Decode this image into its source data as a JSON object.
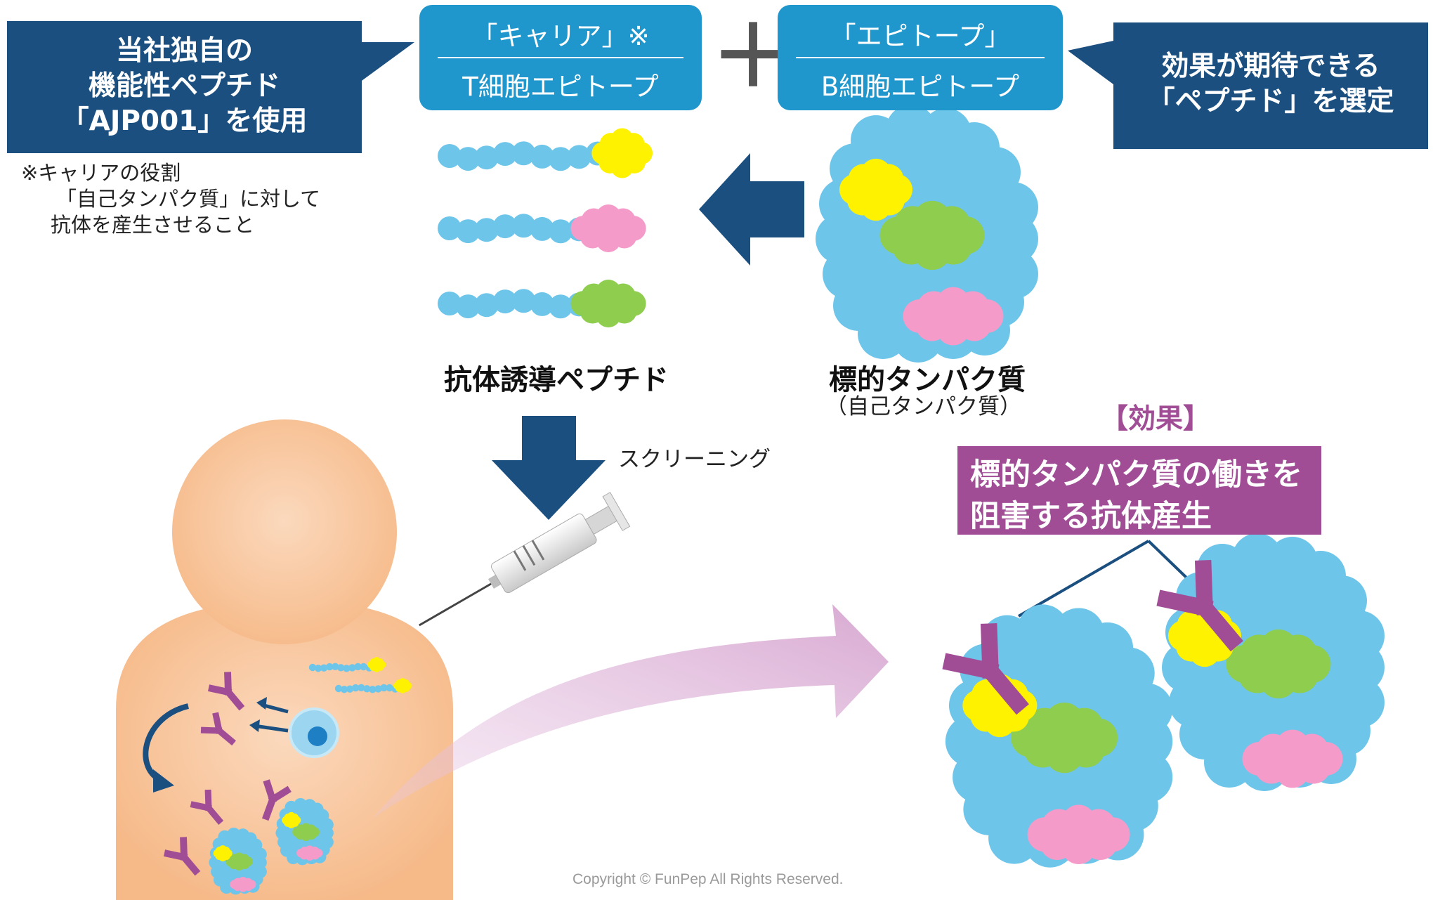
{
  "left_callout": {
    "line1": "当社独自の",
    "line2": "機能性ペプチド",
    "line3": "「AJP001」を使用"
  },
  "right_callout": {
    "line1": "効果が期待できる",
    "line2": "「ペプチド」を選定"
  },
  "carrier_box": {
    "title": "「キャリア」※",
    "subtitle": "T細胞エピトープ"
  },
  "epitope_box": {
    "title": "「エピトープ」",
    "subtitle": "B細胞エピトープ"
  },
  "plus_sign": "＋",
  "carrier_note": {
    "line1": "※キャリアの役割",
    "line2": "「自己タンパク質」に対して",
    "line3": "抗体を産生させること"
  },
  "peptide_caption": "抗体誘導ペプチド",
  "target_caption": "標的タンパク質",
  "target_subcaption": "（自己タンパク質）",
  "screening_label": "スクリーニング",
  "effect_heading": "【効果】",
  "effect_box": {
    "line1": "標的タンパク質の働きを",
    "line2": "阻害する抗体産生"
  },
  "copyright": "Copyright ©  FunPep All Rights Reserved.",
  "colors": {
    "dark_blue": "#1a4f80",
    "light_blue": "#1f97cc",
    "chain_blue": "#6ec5ea",
    "yellow": "#fff200",
    "pink": "#f59bc9",
    "green": "#8fcd4f",
    "purple": "#a04d96",
    "skin": "#f7c193"
  },
  "icons": [
    "peptide-chain-icon",
    "target-protein-icon",
    "antibody-icon",
    "syringe-icon",
    "b-cell-icon",
    "person-icon"
  ]
}
